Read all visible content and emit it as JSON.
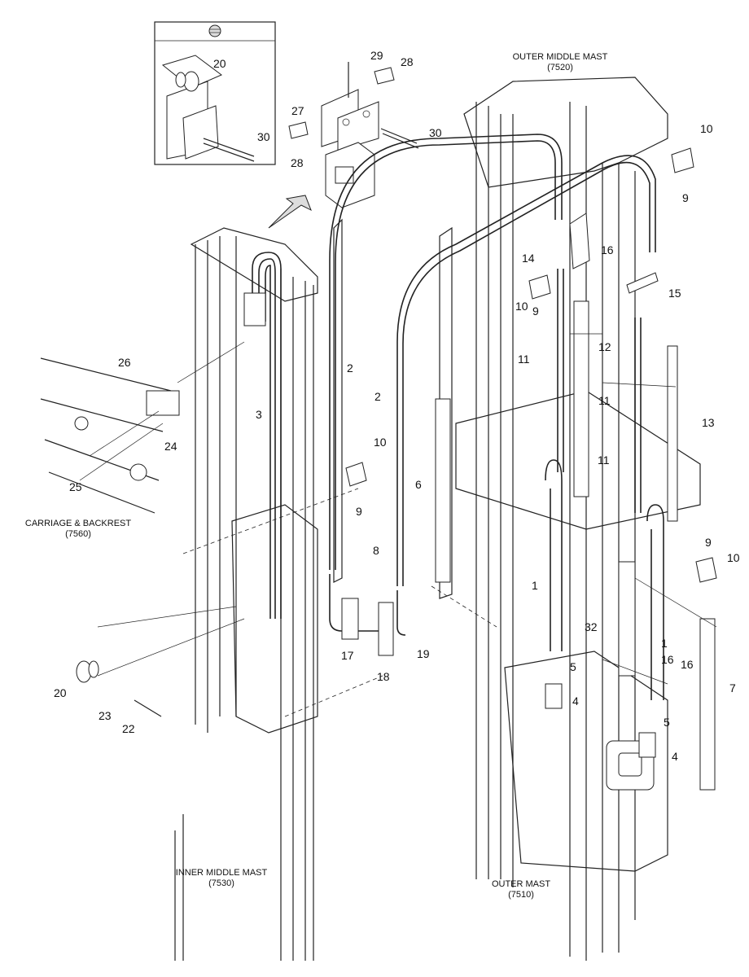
{
  "sections": {
    "outer_middle_mast": {
      "name": "OUTER MIDDLE MAST",
      "code": "(7520)"
    },
    "carriage_backrest": {
      "name": "CARRIAGE & BACKREST",
      "code": "(7560)"
    },
    "inner_middle_mast": {
      "name": "INNER MIDDLE MAST",
      "code": "(7530)"
    },
    "outer_mast": {
      "name": "OUTER MAST",
      "code": "(7510)"
    }
  },
  "parts": [
    {
      "id": "20",
      "text": "20"
    },
    {
      "id": "30",
      "text": "30"
    },
    {
      "id": "29",
      "text": "29"
    },
    {
      "id": "28",
      "text": "28"
    },
    {
      "id": "27",
      "text": "27"
    },
    {
      "id": "28",
      "text": "28"
    },
    {
      "id": "30",
      "text": "30"
    },
    {
      "id": "10",
      "text": "10"
    },
    {
      "id": "9",
      "text": "9"
    },
    {
      "id": "16",
      "text": "16"
    },
    {
      "id": "14",
      "text": "14"
    },
    {
      "id": "15",
      "text": "15"
    },
    {
      "id": "10",
      "text": "10"
    },
    {
      "id": "9",
      "text": "9"
    },
    {
      "id": "12",
      "text": "12"
    },
    {
      "id": "11",
      "text": "11"
    },
    {
      "id": "11",
      "text": "11"
    },
    {
      "id": "2",
      "text": "2"
    },
    {
      "id": "2",
      "text": "2"
    },
    {
      "id": "13",
      "text": "13"
    },
    {
      "id": "26",
      "text": "26"
    },
    {
      "id": "3",
      "text": "3"
    },
    {
      "id": "11",
      "text": "11"
    },
    {
      "id": "24",
      "text": "24"
    },
    {
      "id": "10",
      "text": "10"
    },
    {
      "id": "25",
      "text": "25"
    },
    {
      "id": "6",
      "text": "6"
    },
    {
      "id": "9",
      "text": "9"
    },
    {
      "id": "8",
      "text": "8"
    },
    {
      "id": "9",
      "text": "9"
    },
    {
      "id": "10",
      "text": "10"
    },
    {
      "id": "1",
      "text": "1"
    },
    {
      "id": "32",
      "text": "32"
    },
    {
      "id": "1",
      "text": "1"
    },
    {
      "id": "19",
      "text": "19"
    },
    {
      "id": "17",
      "text": "17"
    },
    {
      "id": "5",
      "text": "5"
    },
    {
      "id": "16",
      "text": "16"
    },
    {
      "id": "16",
      "text": "16"
    },
    {
      "id": "7",
      "text": "7"
    },
    {
      "id": "18",
      "text": "18"
    },
    {
      "id": "4",
      "text": "4"
    },
    {
      "id": "20",
      "text": "20"
    },
    {
      "id": "5",
      "text": "5"
    },
    {
      "id": "23",
      "text": "23"
    },
    {
      "id": "22",
      "text": "22"
    },
    {
      "id": "4",
      "text": "4"
    }
  ]
}
